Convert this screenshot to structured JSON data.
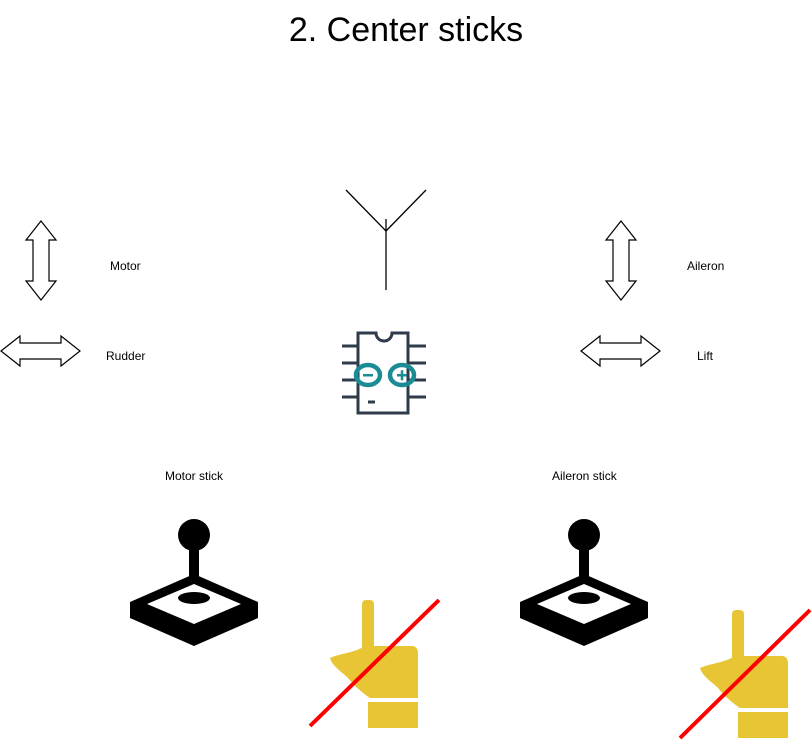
{
  "diagram": {
    "title": "2. Center sticks",
    "labels": {
      "motor": "Motor",
      "rudder": "Rudder",
      "aileron": "Aileron",
      "lift": "Lift",
      "motor_stick": "Motor stick",
      "aileron_stick": "Aileron stick"
    },
    "icons": {
      "antenna": "antenna-icon",
      "arduino": "arduino-chip-icon",
      "joystick": "joystick-icon",
      "hand": "pointing-hand-icon",
      "no_touch": "crossed-out-hand-icon",
      "arrow_vertical": "double-arrow-vertical-icon",
      "arrow_horizontal": "double-arrow-horizontal-icon"
    },
    "colors": {
      "arduino_teal": "#1c8c94",
      "arduino_body": "#2f3b4a",
      "hand": "#e8c534",
      "cross": "#ff0000"
    }
  }
}
